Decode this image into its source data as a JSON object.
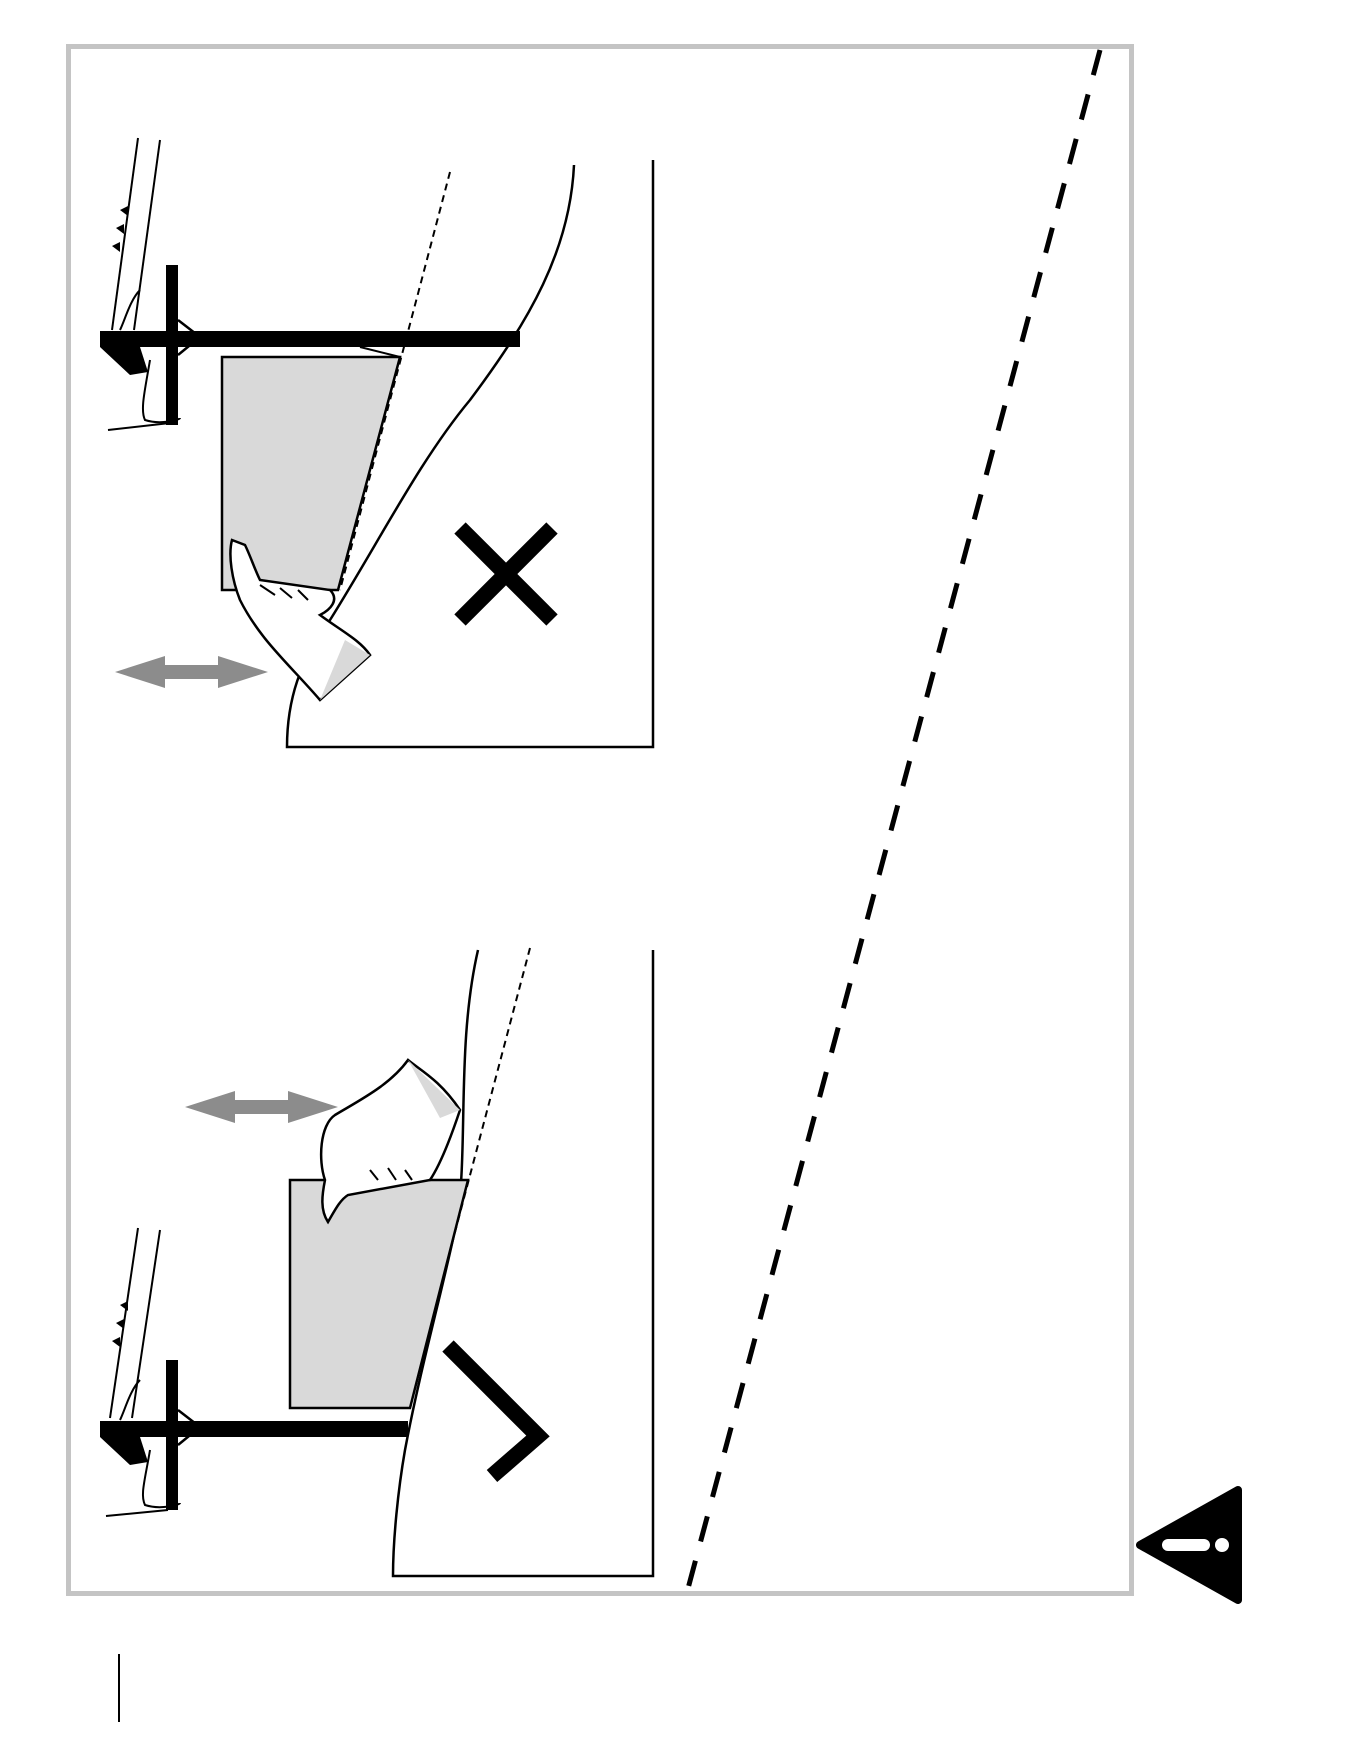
{
  "document": {
    "page_number": "",
    "caption": "",
    "footer_code": ""
  },
  "figures": [
    {
      "name": "incorrect-method",
      "verdict": "cross-mark"
    },
    {
      "name": "correct-method",
      "verdict": "check-mark"
    }
  ],
  "icons": {
    "warning": "warning-triangle-icon",
    "wrong": "cross-icon",
    "right": "check-icon",
    "motion": "double-arrow-icon"
  },
  "colors": {
    "ink": "#000000",
    "paper_fill": "#d9d9d9",
    "arrow": "#8c8c8c",
    "frame_border": "#c4c4c4"
  }
}
